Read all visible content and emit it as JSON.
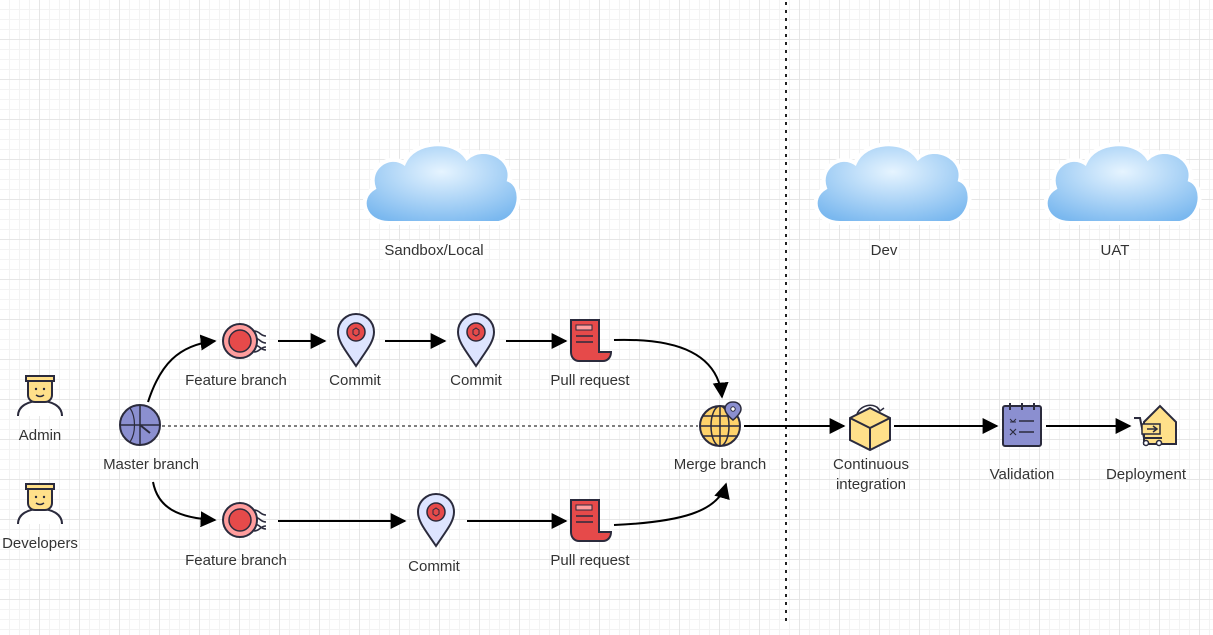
{
  "environments": {
    "sandbox": "Sandbox/Local",
    "dev": "Dev",
    "uat": "UAT"
  },
  "actors": {
    "admin": "Admin",
    "developers": "Developers"
  },
  "nodes": {
    "master_branch": "Master branch",
    "feature_branch_top": "Feature branch",
    "commit_top_1": "Commit",
    "commit_top_2": "Commit",
    "pull_request_top": "Pull request",
    "feature_branch_bottom": "Feature branch",
    "commit_bottom": "Commit",
    "pull_request_bottom": "Pull request",
    "merge_branch": "Merge branch",
    "continuous_integration_line1": "Continuous",
    "continuous_integration_line2": "integration",
    "validation": "Validation",
    "deployment": "Deployment"
  },
  "colors": {
    "cloud_light": "#dcefff",
    "cloud_dark": "#6fb2ef",
    "red_accent": "#e64a4a",
    "purple": "#8b8fd0",
    "yellow": "#ffe08a",
    "outline": "#2b2b3d"
  }
}
